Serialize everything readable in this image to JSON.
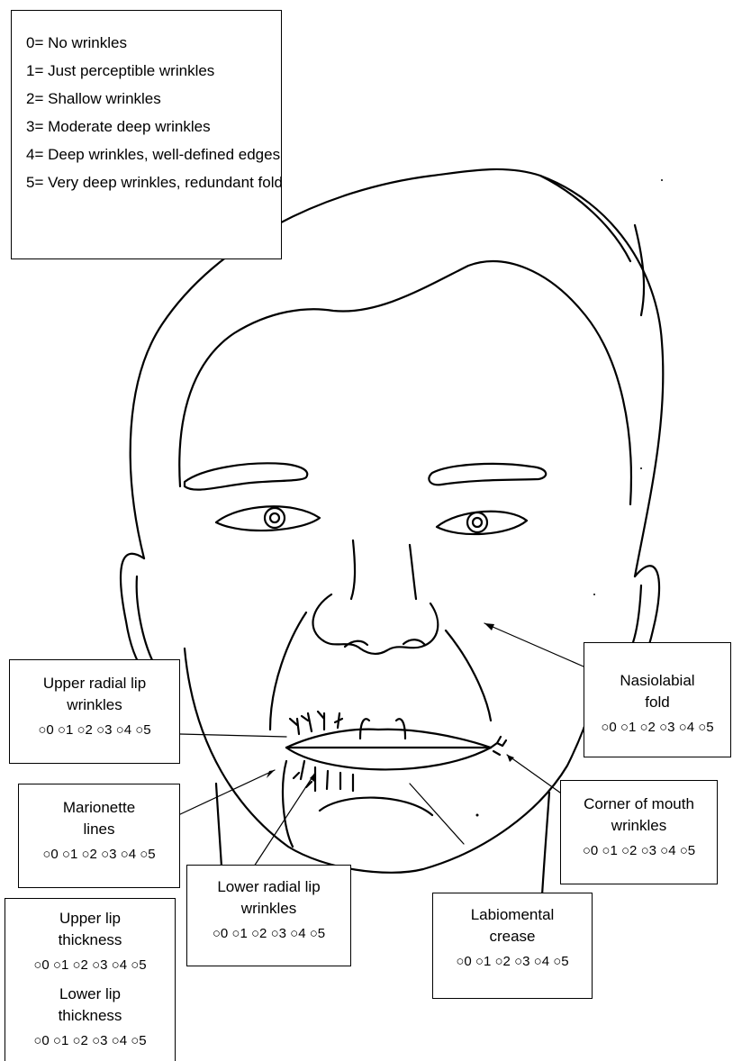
{
  "legend": {
    "items": [
      "0= No wrinkles",
      "1= Just perceptible wrinkles",
      "2= Shallow wrinkles",
      "3= Moderate deep wrinkles",
      "4= Deep wrinkles, well-defined edges",
      "5= Very deep wrinkles, redundant fold"
    ]
  },
  "scale_text": "○0 ○1 ○2 ○3 ○4 ○5",
  "callouts": {
    "upper_radial": {
      "label_1": "Upper radial lip",
      "label_2": "wrinkles"
    },
    "nasiolabial": {
      "label_1": "Nasiolabial",
      "label_2": "fold"
    },
    "marionette": {
      "label_1": "Marionette",
      "label_2": "lines"
    },
    "corner_mouth": {
      "label_1": "Corner of mouth",
      "label_2": "wrinkles"
    },
    "lower_radial": {
      "label_1": "Lower radial lip",
      "label_2": "wrinkles"
    },
    "labiomental": {
      "label_1": "Labiomental",
      "label_2": "crease"
    },
    "upper_lip_thickness": {
      "label_1": "Upper lip",
      "label_2": "thickness"
    },
    "lower_lip_thickness": {
      "label_1": "Lower lip",
      "label_2": "thickness"
    }
  }
}
